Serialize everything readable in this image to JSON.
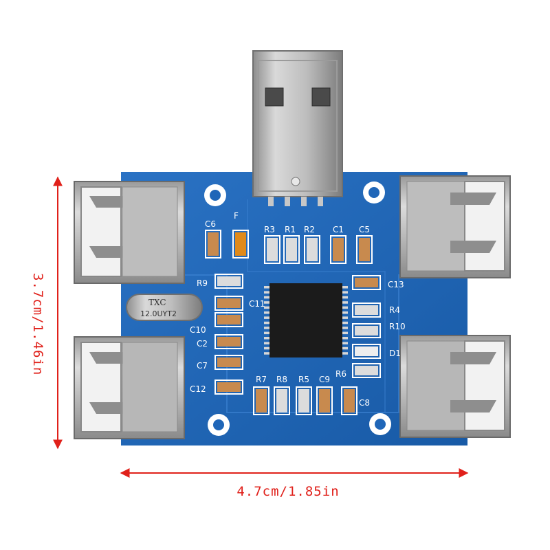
{
  "dimensions": {
    "height_label": "3.7cm/1.46in",
    "width_label": "4.7cm/1.85in"
  },
  "board": {
    "labels": {
      "c6": "C6",
      "f": "F",
      "r3": "R3",
      "r1": "R1",
      "r2": "R2",
      "c1": "C1",
      "c5": "C5",
      "r9": "R9",
      "c11": "C11",
      "c10": "C10",
      "c2": "C2",
      "c7": "C7",
      "c12": "C12",
      "c13": "C13",
      "r4": "R4",
      "r10": "R10",
      "d1": "D1",
      "r6": "R6",
      "r7": "R7",
      "r8": "R8",
      "r5": "R5",
      "c9": "C9",
      "c8": "C8"
    },
    "crystal": {
      "brand": "TXC",
      "marking": "12.0UYT2"
    }
  },
  "colors": {
    "pcb": "#1f66b8",
    "dimension_line": "#e0201a",
    "metal": "#c9c9c9"
  }
}
